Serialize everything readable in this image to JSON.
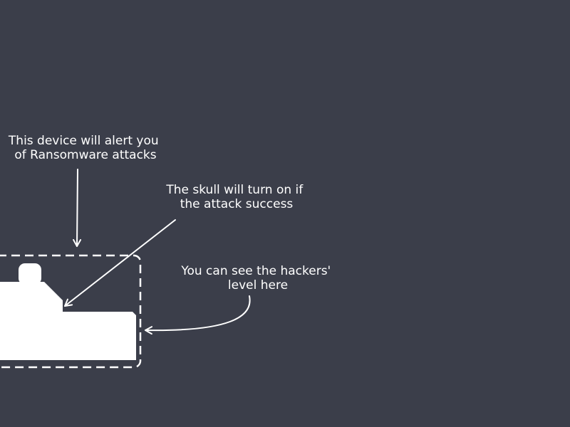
{
  "colors": {
    "background": "#3b3e4a",
    "foreground": "#ffffff"
  },
  "annotations": {
    "alert": {
      "line1": "This device will alert you",
      "line2": "of Ransomware attacks"
    },
    "skull": {
      "line1": "The skull will turn on if",
      "line2": "the attack success"
    },
    "level": {
      "line1": "You can see the hackers'",
      "line2": "level here"
    }
  },
  "device": {
    "icon": "ransomware-alert-device-icon"
  }
}
